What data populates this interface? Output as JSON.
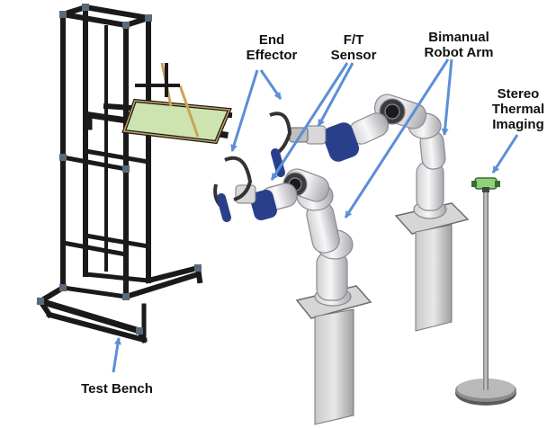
{
  "labels": {
    "end_effector": {
      "line1": "End",
      "line2": "Effector"
    },
    "ft_sensor": {
      "line1": "F/T",
      "line2": "Sensor"
    },
    "bimanual_robot_arm": {
      "line1": "Bimanual",
      "line2": "Robot Arm"
    },
    "stereo_thermal_imaging": {
      "line1": "Stereo",
      "line2": "Thermal",
      "line3": "Imaging"
    },
    "test_bench": {
      "line1": "Test Bench"
    }
  },
  "colors": {
    "arrow": "#5b8fd6",
    "frame": "#1a1a1a",
    "frame_joint": "#5a6a7a",
    "tray_green": "#cde3b0",
    "tray_edge": "#c9a35a",
    "robot_body": "#e9e9eb",
    "robot_shade": "#b5b5ba",
    "gripper_blue": "#2a3f8c",
    "pedestal": "#e4e4e4",
    "pedestal_shade": "#a9a9a9",
    "camera_green": "#8fd07a"
  }
}
